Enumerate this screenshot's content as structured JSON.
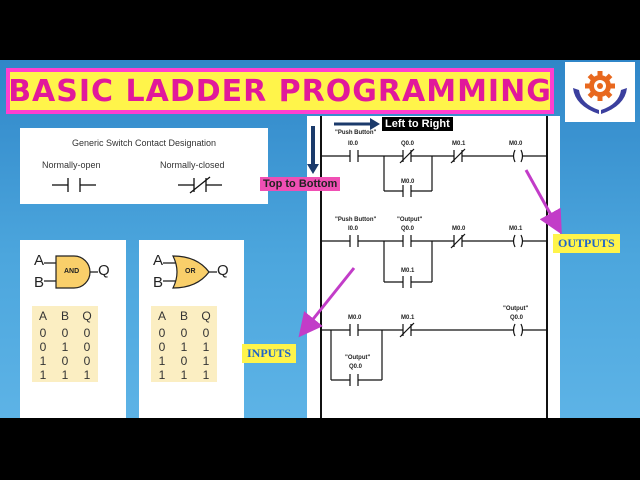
{
  "title": "BASIC LADDER PROGRAMMING",
  "switch_panel": {
    "title": "Generic Switch Contact Designation",
    "normally_open": "Normally-open",
    "normally_closed": "Normally-closed"
  },
  "and_gate": {
    "input_a": "A",
    "input_b": "B",
    "output": "Q",
    "name": "AND",
    "table": {
      "headers": [
        "A",
        "B",
        "Q"
      ],
      "rows": [
        [
          "0",
          "0",
          "0"
        ],
        [
          "0",
          "1",
          "0"
        ],
        [
          "1",
          "0",
          "0"
        ],
        [
          "1",
          "1",
          "1"
        ]
      ]
    }
  },
  "or_gate": {
    "input_a": "A",
    "input_b": "B",
    "output": "Q",
    "name": "OR",
    "table": {
      "headers": [
        "A",
        "B",
        "Q"
      ],
      "rows": [
        [
          "0",
          "0",
          "0"
        ],
        [
          "0",
          "1",
          "1"
        ],
        [
          "1",
          "0",
          "1"
        ],
        [
          "1",
          "1",
          "1"
        ]
      ]
    }
  },
  "labels": {
    "left_to_right": "Left to Right",
    "top_to_bottom": "Top to Bottom",
    "outputs": "OUTPUTS",
    "inputs": "INPUTS"
  },
  "ladder": {
    "rung1": {
      "push_button_tag": "\"Push Button\"",
      "c1": "I0.0",
      "c2": "Q0.0",
      "c3": "M0.1",
      "coil": "M0.0",
      "branch": "M0.0"
    },
    "rung2": {
      "push_button_tag": "\"Push Button\"",
      "output_tag": "\"Output\"",
      "c1": "I0.0",
      "c2": "Q0.0",
      "c3": "M0.0",
      "coil": "M0.1",
      "branch": "M0.1"
    },
    "rung3": {
      "c1": "M0.0",
      "c2": "M0.1",
      "coil_tag": "\"Output\"",
      "coil": "Q0.0",
      "branch_tag": "\"Output\"",
      "branch": "Q0.0"
    }
  },
  "colors": {
    "title_border": "#ff3fcf",
    "title_fill": "#fff44a",
    "title_text": "#e1199b",
    "arrow_magenta": "#c23cc8",
    "arrow_navy": "#1b3a6b",
    "gate_fill": "#f9cf6a",
    "table_fill": "#fbeec2"
  },
  "icons": [
    "gear-icon",
    "hands-icon"
  ]
}
